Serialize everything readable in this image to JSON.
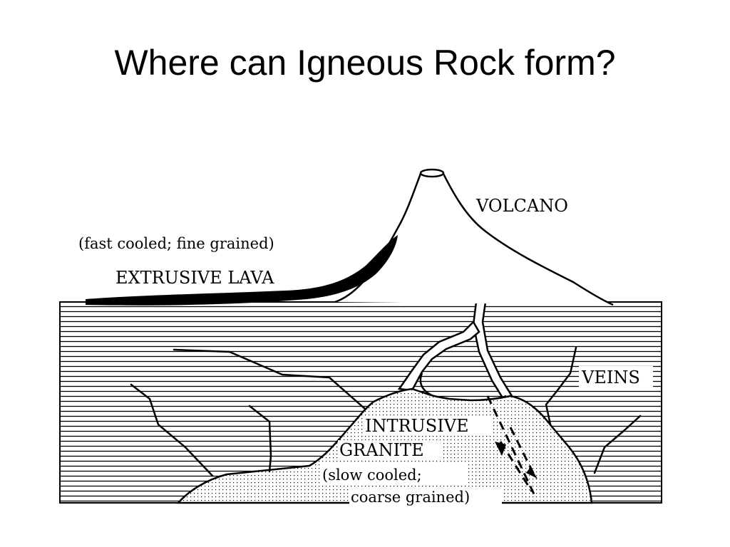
{
  "slide": {
    "title": "Where can Igneous Rock form?"
  },
  "diagram": {
    "labels": {
      "volcano": "VOLCANO",
      "fast_cooled": "(fast cooled; fine grained)",
      "extrusive_lava": "EXTRUSIVE LAVA",
      "veins": "VEINS",
      "intrusive": "INTRUSIVE",
      "granite": "GRANITE",
      "slow_cooled": "(slow cooled;",
      "coarse_grained": "coarse grained)"
    },
    "colors": {
      "ink": "#000000",
      "background": "#ffffff"
    }
  }
}
